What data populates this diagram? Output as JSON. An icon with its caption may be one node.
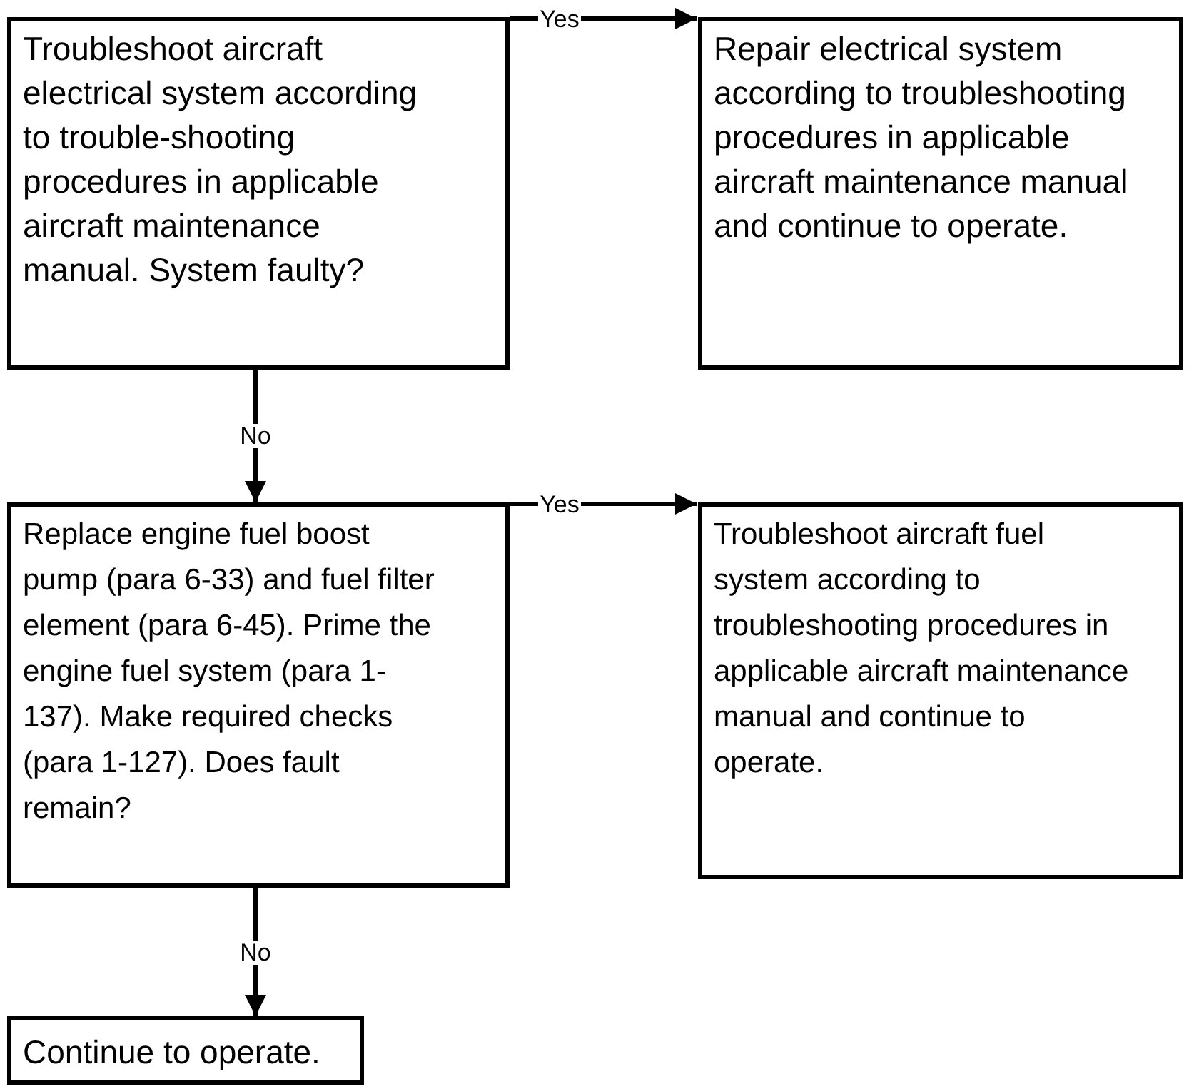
{
  "diagram": {
    "nodes": [
      {
        "text": [
          "Troubleshoot aircraft electrical system according to trouble-shooting procedures in applicable aircraft maintenance manual. System faulty?"
        ]
      },
      {
        "text": [
          "Repair electrical system according to troubleshooting procedures in applicable aircraft maintenance manual and continue to operate."
        ]
      },
      {
        "text": [
          "Replace engine fuel boost pump (para 6-33) and fuel filter element (para 6-45). Prime the engine fuel system (para 1-137). Make required checks (para 1-127). Does fault remain?"
        ]
      },
      {
        "text": [
          "Troubleshoot aircraft fuel system according to troubleshooting procedures in applicable aircraft maintenance manual and continue to operate."
        ]
      },
      {
        "text": [
          "Continue to operate."
        ]
      }
    ],
    "edges": [
      {
        "from": 0,
        "to": 1,
        "arrow": "to",
        "label": "Yes"
      },
      {
        "from": 0,
        "to": 2,
        "arrow": "to",
        "label": "No"
      },
      {
        "from": 2,
        "to": 3,
        "arrow": "to",
        "label": "Yes"
      },
      {
        "from": 2,
        "to": 4,
        "arrow": "to",
        "label": "No"
      }
    ]
  }
}
